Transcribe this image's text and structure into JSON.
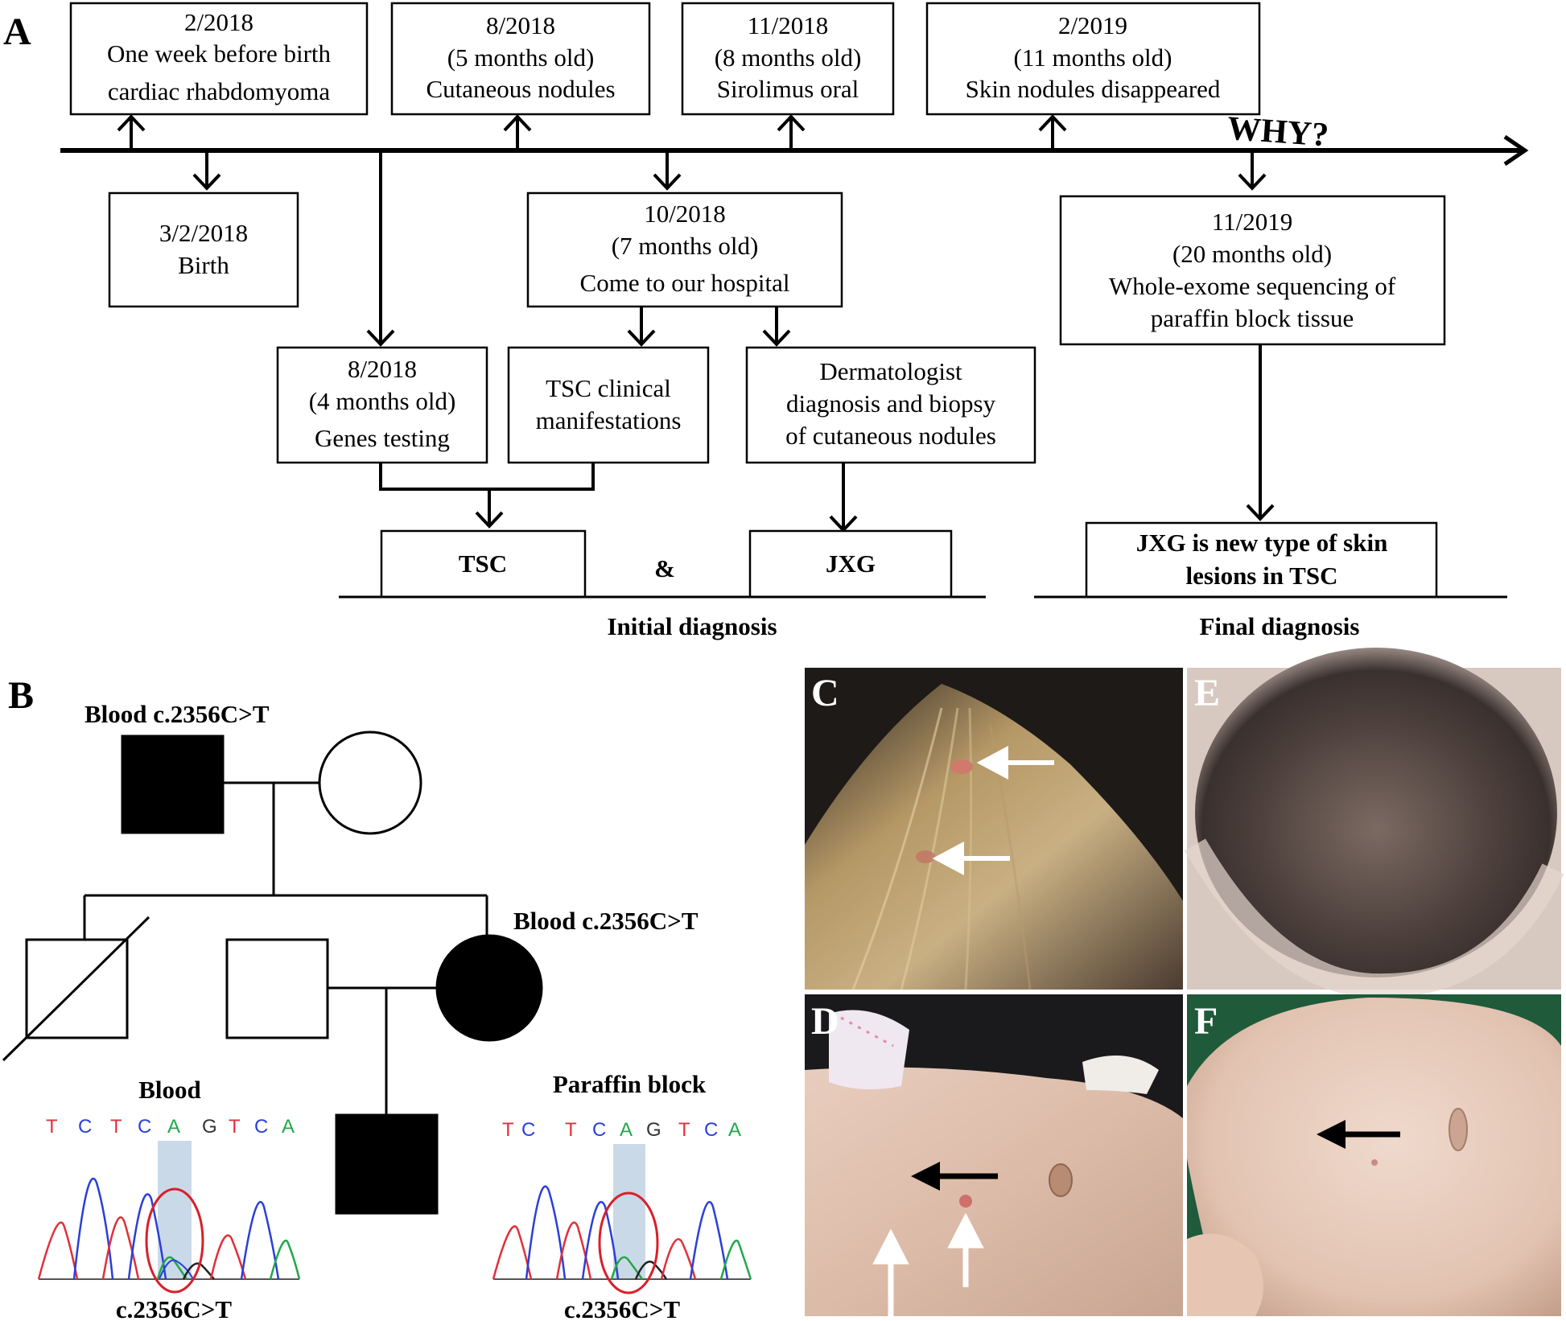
{
  "panel_labels": {
    "a": "A",
    "b": "B",
    "c": "C",
    "d": "D",
    "e": "E",
    "f": "F"
  },
  "timeline": {
    "above": [
      {
        "lines": [
          "2/2018",
          "One week before birth",
          "cardiac rhabdomyoma"
        ]
      },
      {
        "lines": [
          "8/2018",
          "(5 months old)",
          "Cutaneous nodules"
        ]
      },
      {
        "lines": [
          "11/2018",
          "(8 months old)",
          "Sirolimus oral"
        ]
      },
      {
        "lines": [
          "2/2019",
          "(11 months old)",
          "Skin nodules disappeared"
        ]
      }
    ],
    "below": [
      {
        "lines": [
          "3/2/2018",
          "Birth"
        ]
      },
      {
        "lines": [
          "10/2018",
          "(7 months old)",
          "Come to our hospital"
        ]
      },
      {
        "lines": [
          "11/2019",
          "(20 months old)",
          "Whole-exome sequencing of",
          "paraffin block tissue"
        ]
      }
    ],
    "second_row": [
      {
        "lines": [
          "8/2018",
          "(4 months old)",
          "Genes testing"
        ]
      },
      {
        "lines": [
          "TSC clinical",
          "manifestations"
        ]
      },
      {
        "lines": [
          "Dermatologist",
          "diagnosis and biopsy",
          "of cutaneous nodules"
        ]
      }
    ],
    "why": "WHY?",
    "diagnoses": {
      "tsc": "TSC",
      "amp": "&",
      "jxg": "JXG",
      "final_box": [
        "JXG is new type of skin",
        "lesions in TSC"
      ],
      "initial_label": "Initial diagnosis",
      "final_label": "Final diagnosis"
    }
  },
  "pedigree": {
    "father_label": "Blood c.2356C>T",
    "mother2_label": "Blood c.2356C>T",
    "blood_title": "Blood",
    "paraffin_title": "Paraffin block",
    "blood_seq": [
      "T",
      "C",
      "T",
      "C",
      "A",
      "G",
      "T",
      "C",
      "A"
    ],
    "paraffin_seq": [
      "T",
      "C",
      "T",
      "C",
      "A",
      "G",
      "T",
      "C",
      "A"
    ],
    "blood_variant": "c.2356C>T",
    "paraffin_variant": "c.2356C>T"
  },
  "colors": {
    "base_T": "#e0303a",
    "base_C": "#2a3fd8",
    "base_A": "#20a84a",
    "base_G": "#333333",
    "circle_highlight": "#d8202a",
    "column_highlight": "#b8cce0",
    "arrow_white": "#ffffff",
    "arrow_black": "#000000"
  }
}
